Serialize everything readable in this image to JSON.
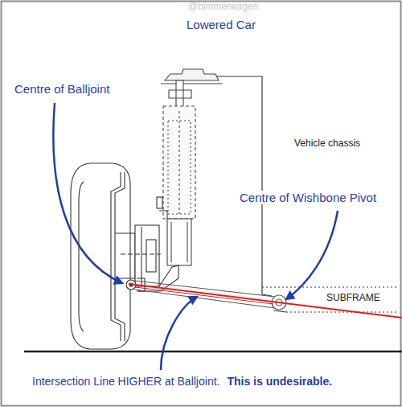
{
  "diagram": {
    "title": "Lowered Car",
    "labels": [
      "@bimmerwagen",
      "Centre of Balljoint",
      "Vehicle chassis",
      "Centre of Wishbone Pivot",
      "SUBFRAME",
      "Intersection Line HIGHER at Balljoint.",
      "This is undesirable."
    ]
  }
}
